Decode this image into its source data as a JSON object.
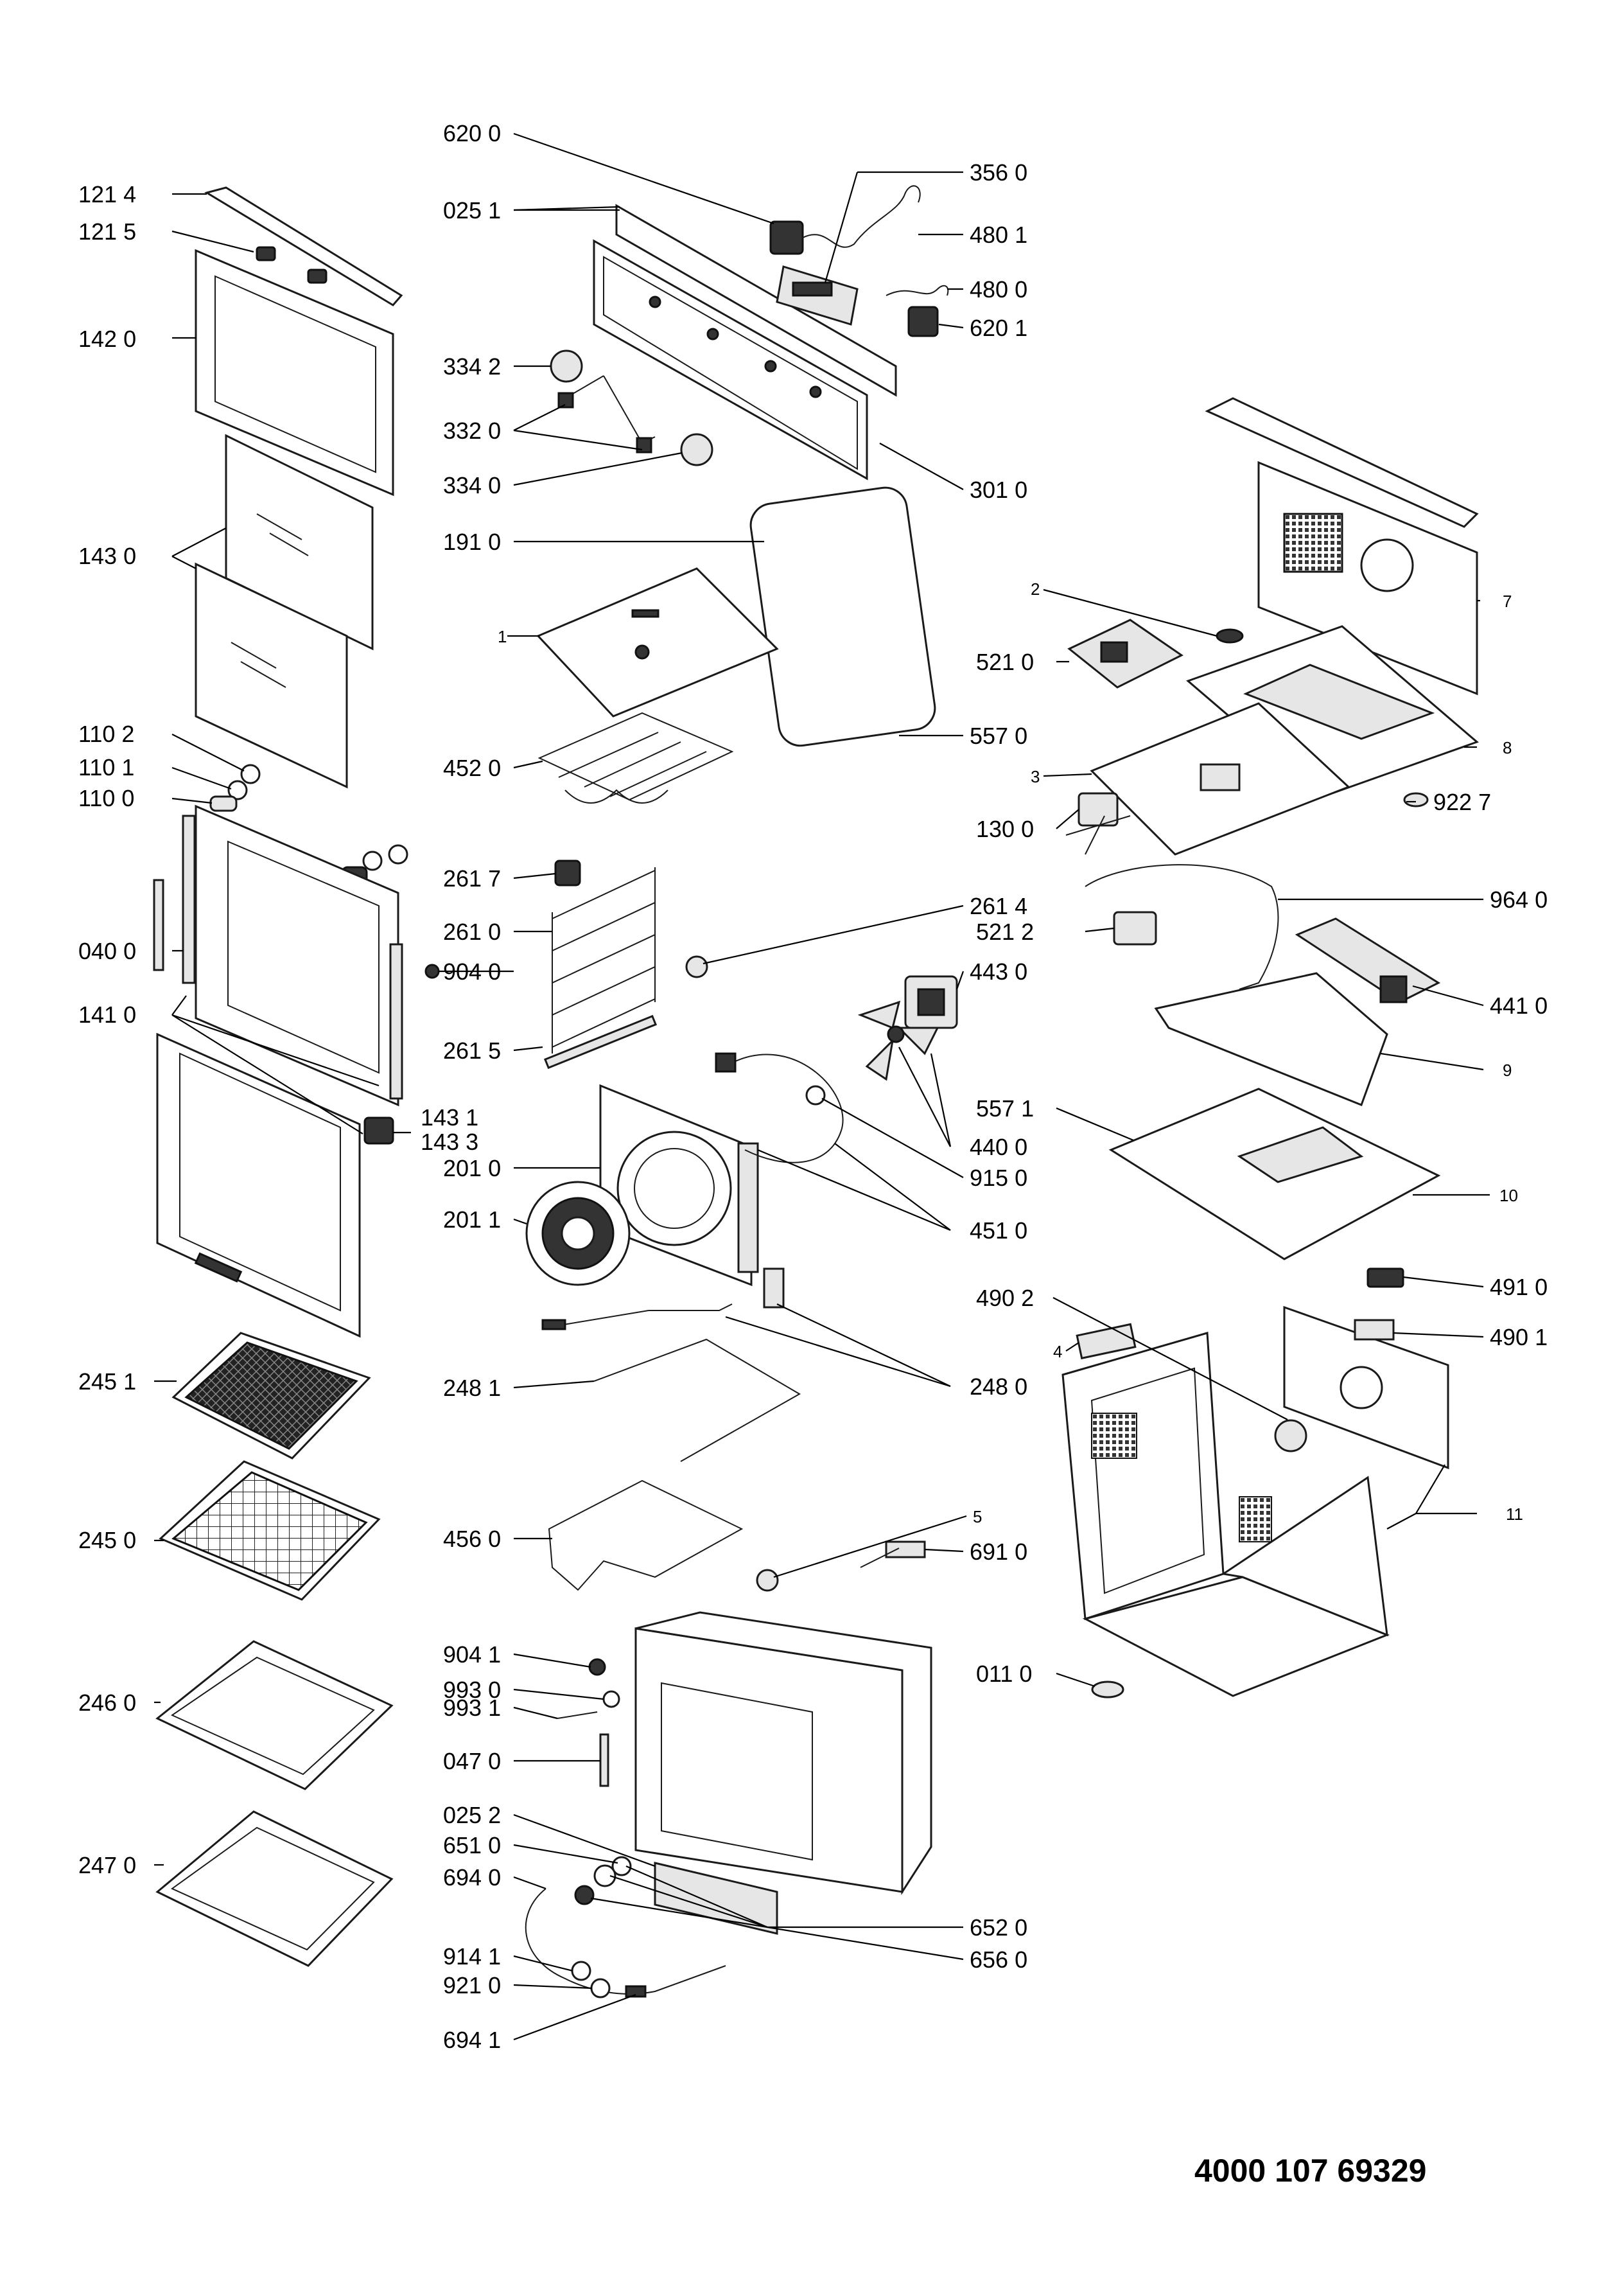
{
  "diagram": {
    "document_number": "4000 107 69329",
    "labels": [
      {
        "id": "1214",
        "text": "121 4"
      },
      {
        "id": "1215",
        "text": "121 5"
      },
      {
        "id": "1420",
        "text": "142 0"
      },
      {
        "id": "1430",
        "text": "143 0"
      },
      {
        "id": "1102",
        "text": "110 2"
      },
      {
        "id": "1101",
        "text": "110 1"
      },
      {
        "id": "1100",
        "text": "110 0"
      },
      {
        "id": "0400",
        "text": "040 0"
      },
      {
        "id": "1410",
        "text": "141 0"
      },
      {
        "id": "2451",
        "text": "245 1"
      },
      {
        "id": "2450",
        "text": "245 0"
      },
      {
        "id": "2460",
        "text": "246 0"
      },
      {
        "id": "2470",
        "text": "247 0"
      },
      {
        "id": "6200",
        "text": "620 0"
      },
      {
        "id": "0251",
        "text": "025 1"
      },
      {
        "id": "3342",
        "text": "334 2"
      },
      {
        "id": "3320",
        "text": "332 0"
      },
      {
        "id": "3340",
        "text": "334 0"
      },
      {
        "id": "1910",
        "text": "191 0"
      },
      {
        "id": "n1",
        "text": "1"
      },
      {
        "id": "4520",
        "text": "452 0"
      },
      {
        "id": "2617",
        "text": "261 7"
      },
      {
        "id": "2610",
        "text": "261 0"
      },
      {
        "id": "9040",
        "text": "904 0"
      },
      {
        "id": "2615",
        "text": "261 5"
      },
      {
        "id": "1431",
        "text": "143 1"
      },
      {
        "id": "1433",
        "text": "143 3"
      },
      {
        "id": "2010",
        "text": "201 0"
      },
      {
        "id": "2011",
        "text": "201 1"
      },
      {
        "id": "2481",
        "text": "248 1"
      },
      {
        "id": "4560",
        "text": "456 0"
      },
      {
        "id": "9041",
        "text": "904 1"
      },
      {
        "id": "9930",
        "text": "993 0"
      },
      {
        "id": "9931",
        "text": "993 1"
      },
      {
        "id": "0470",
        "text": "047 0"
      },
      {
        "id": "0252",
        "text": "025 2"
      },
      {
        "id": "6510",
        "text": "651 0"
      },
      {
        "id": "6940",
        "text": "694 0"
      },
      {
        "id": "9141",
        "text": "914 1"
      },
      {
        "id": "9210",
        "text": "921 0"
      },
      {
        "id": "6941",
        "text": "694 1"
      },
      {
        "id": "3560",
        "text": "356 0"
      },
      {
        "id": "4801",
        "text": "480 1"
      },
      {
        "id": "4800",
        "text": "480 0"
      },
      {
        "id": "6201",
        "text": "620 1"
      },
      {
        "id": "3010",
        "text": "301 0"
      },
      {
        "id": "5570",
        "text": "557 0"
      },
      {
        "id": "2614",
        "text": "261 4"
      },
      {
        "id": "4430",
        "text": "443 0"
      },
      {
        "id": "4400",
        "text": "440 0"
      },
      {
        "id": "9150",
        "text": "915 0"
      },
      {
        "id": "4510",
        "text": "451 0"
      },
      {
        "id": "2480",
        "text": "248 0"
      },
      {
        "id": "n5",
        "text": "5"
      },
      {
        "id": "6910",
        "text": "691 0"
      },
      {
        "id": "6520",
        "text": "652 0"
      },
      {
        "id": "6560",
        "text": "656 0"
      },
      {
        "id": "n7",
        "text": "7"
      },
      {
        "id": "n2",
        "text": "2"
      },
      {
        "id": "5210",
        "text": "521 0"
      },
      {
        "id": "n8",
        "text": "8"
      },
      {
        "id": "n3",
        "text": "3"
      },
      {
        "id": "9227",
        "text": "922 7"
      },
      {
        "id": "1300",
        "text": "130 0"
      },
      {
        "id": "9640",
        "text": "964 0"
      },
      {
        "id": "5212",
        "text": "521 2"
      },
      {
        "id": "4410",
        "text": "441 0"
      },
      {
        "id": "n9",
        "text": "9"
      },
      {
        "id": "5571",
        "text": "557 1"
      },
      {
        "id": "n10",
        "text": "10"
      },
      {
        "id": "4910",
        "text": "491 0"
      },
      {
        "id": "4902",
        "text": "490 2"
      },
      {
        "id": "4901",
        "text": "490 1"
      },
      {
        "id": "n4",
        "text": "4"
      },
      {
        "id": "n11",
        "text": "11"
      },
      {
        "id": "0110",
        "text": "011 0"
      }
    ]
  }
}
